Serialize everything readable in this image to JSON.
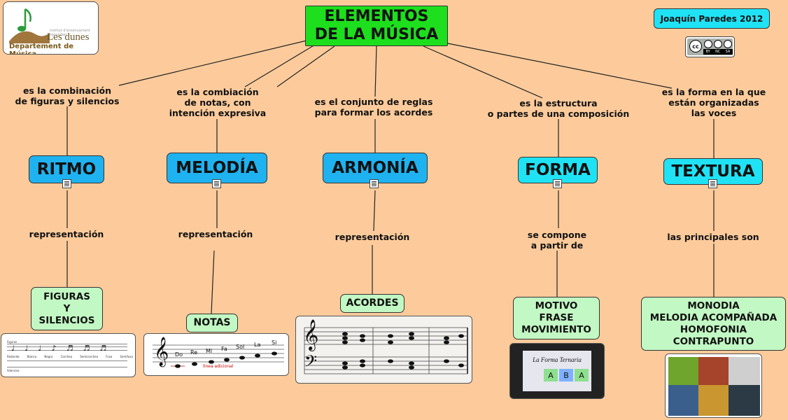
{
  "logo": {
    "name": "Les dunes",
    "subtitle": "Departement de Música",
    "tagline": "institut d'ensenyament secundari"
  },
  "author": "Joaquín Paredes 2012",
  "license": {
    "cc": "cc",
    "by": "BY",
    "nc": "NC",
    "sa": "SA"
  },
  "root": {
    "label": "ELEMENTOS\nDE LA MÚSICA"
  },
  "branches": [
    {
      "link": "es la combinación\nde figuras y silencios",
      "concept": "RITMO",
      "link2": "representación",
      "child": "FIGURAS\nY\nSILENCIOS",
      "img_labels": [
        "Figuras",
        "Redonda",
        "Blanca",
        "Negra",
        "Corchea",
        "Semicorchea",
        "Fusa",
        "Semifusa",
        "Silencios"
      ]
    },
    {
      "link": "es la combiación\nde notas, con\nintención expresiva",
      "concept": "MELODÍA",
      "link2": "representación",
      "child": "NOTAS",
      "img_labels": [
        "Do",
        "Re",
        "Mi",
        "Fa",
        "Sol",
        "La",
        "Si",
        "línea adicional"
      ]
    },
    {
      "link": "es el conjunto de reglas\npara formar los acordes",
      "concept": "ARMONÍA",
      "link2": "representación",
      "child": "ACORDES"
    },
    {
      "link": "es la estructura\no partes de una composición",
      "concept": "FORMA",
      "link2": "se compone\na partir de",
      "child": "MOTIVO\nFRASE\nMOVIMIENTO",
      "img_labels": [
        "La Forma Ternaria",
        "A",
        "B",
        "A"
      ]
    },
    {
      "link": "es la forma en la que\nestán organizadas\nlas voces",
      "concept": "TEXTURA",
      "link2": "las principales son",
      "child": "MONODIA\nMELODIA ACOMPAÑADA\nHOMOFONIA\nCONTRAPUNTO"
    }
  ],
  "colors": {
    "background": "#fdcb9b",
    "root": "#1ddf1d",
    "concept": "#1fb2f0",
    "concept_alt": "#1fe3f5",
    "child": "#c2f8c3",
    "author_box": "#1fe3f5"
  }
}
